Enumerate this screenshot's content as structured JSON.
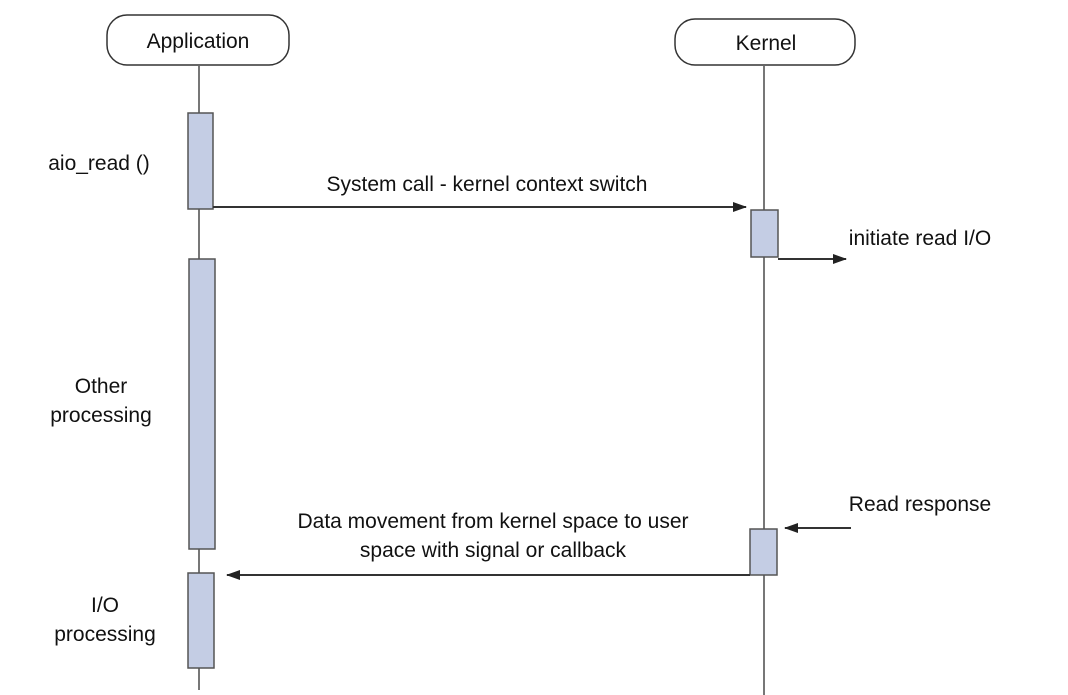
{
  "participants": {
    "application": "Application",
    "kernel": "Kernel"
  },
  "messages": {
    "system_call": "System call - kernel context switch",
    "data_movement_line1": "Data movement from kernel space to user",
    "data_movement_line2": "space with signal or callback"
  },
  "notes": {
    "aio_read": "aio_read ()",
    "initiate_read": "initiate read I/O",
    "read_response": "Read response",
    "other_processing_line1": "Other",
    "other_processing_line2": "processing",
    "io_processing_line1": "I/O",
    "io_processing_line2": "processing"
  },
  "colors": {
    "activation_fill": "#c4cde4",
    "stroke": "#555555",
    "lifeline": "#777777"
  }
}
